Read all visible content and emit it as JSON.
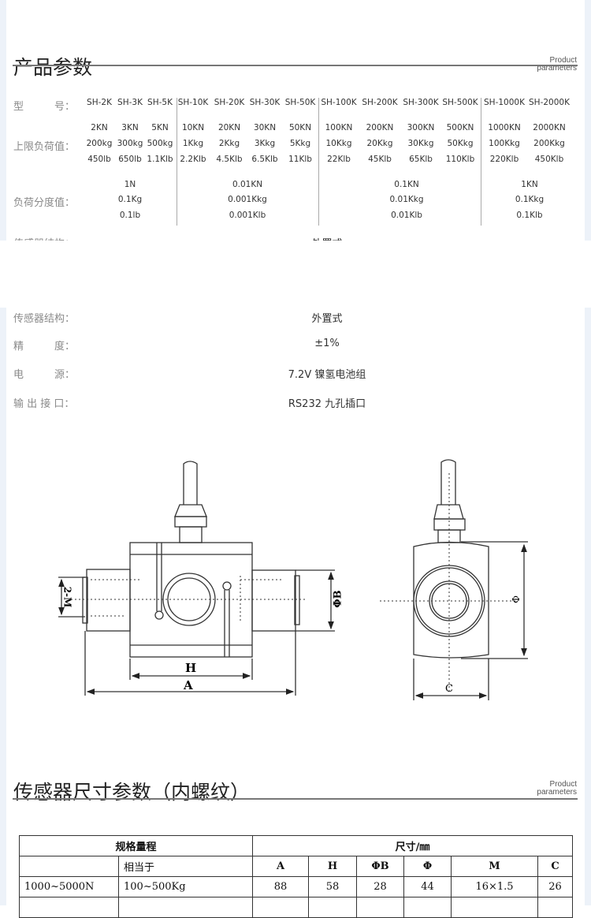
{
  "section1": {
    "title": "产品参数",
    "en_line1": "Product",
    "en_line2": "parameters"
  },
  "specs": {
    "model_label": "型　　　号：",
    "models": [
      "SH-2K",
      "SH-3K",
      "SH-5K",
      "SH-10K",
      "SH-20K",
      "SH-30K",
      "SH-50K",
      "SH-100K",
      "SH-200K",
      "SH-300K",
      "SH-500K",
      "SH-1000K",
      "SH-2000K"
    ],
    "capacity_label": "上限负荷值：",
    "capacity_kn": [
      "2KN",
      "3KN",
      "5KN",
      "10KN",
      "20KN",
      "30KN",
      "50KN",
      "100KN",
      "200KN",
      "300KN",
      "500KN",
      "1000KN",
      "2000KN"
    ],
    "capacity_kg": [
      "200kg",
      "300kg",
      "500kg",
      "1Kkg",
      "2Kkg",
      "3Kkg",
      "5Kkg",
      "10Kkg",
      "20Kkg",
      "30Kkg",
      "50Kkg",
      "100Kkg",
      "200Kkg"
    ],
    "capacity_lb": [
      "450lb",
      "650lb",
      "1.1Klb",
      "2.2Klb",
      "4.5Klb",
      "6.5Klb",
      "11Klb",
      "22Klb",
      "45Klb",
      "65Klb",
      "110Klb",
      "220Klb",
      "450Klb"
    ],
    "resolution_label": "负荷分度值：",
    "resolution_groups": [
      {
        "n": "1N",
        "kg": "0.1Kg",
        "lb": "0.1lb"
      },
      {
        "n": "0.01KN",
        "kg": "0.001Kkg",
        "lb": "0.001Klb"
      },
      {
        "n": "0.1KN",
        "kg": "0.01Kkg",
        "lb": "0.01Klb"
      },
      {
        "n": "1KN",
        "kg": "0.1Kkg",
        "lb": "0.1Klb"
      }
    ],
    "rows": [
      {
        "label": "传感器结构：",
        "value": "外置式"
      },
      {
        "label": "精　　　度：",
        "value": "±1%"
      },
      {
        "label": "电　　　源：",
        "value": "7.2V  镍氢电池组"
      },
      {
        "label": "输 出 接 口：",
        "value": "RS232  九孔插口"
      }
    ]
  },
  "drawing": {
    "H": "H",
    "A": "A",
    "M": "2-M",
    "B": "ΦB",
    "phi": "Φ",
    "C": "C"
  },
  "section2": {
    "title": "传感器尺寸参数（内螺纹）",
    "en_line1": "Product",
    "en_line2": "parameters"
  },
  "dim_table": {
    "h_range": "规格量程",
    "h_size": "尺寸/㎜",
    "h_equiv": "相当于",
    "cols": [
      "A",
      "H",
      "ΦB",
      "Φ",
      "M",
      "C"
    ],
    "rows": [
      {
        "range": "1000~5000N",
        "equiv": "100~500Kg",
        "vals": [
          "88",
          "58",
          "28",
          "44",
          "16×1.5",
          "26"
        ]
      }
    ]
  }
}
